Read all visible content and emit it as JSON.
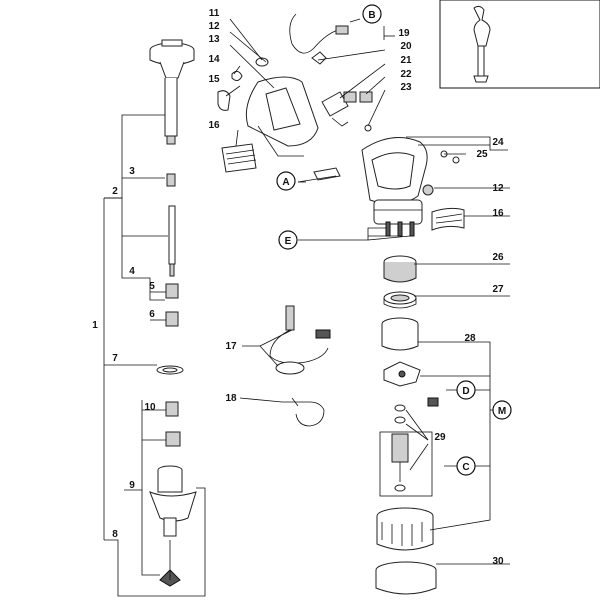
{
  "diagram": {
    "part_numbers": [
      "1",
      "2",
      "3",
      "4",
      "5",
      "6",
      "7",
      "8",
      "9",
      "10",
      "11",
      "12",
      "12",
      "13",
      "14",
      "15",
      "16",
      "16",
      "17",
      "18",
      "19",
      "20",
      "21",
      "22",
      "23",
      "24",
      "25",
      "26",
      "27",
      "28",
      "29",
      "30"
    ],
    "letter_callouts": [
      "A",
      "B",
      "C",
      "D",
      "E",
      "M"
    ]
  }
}
